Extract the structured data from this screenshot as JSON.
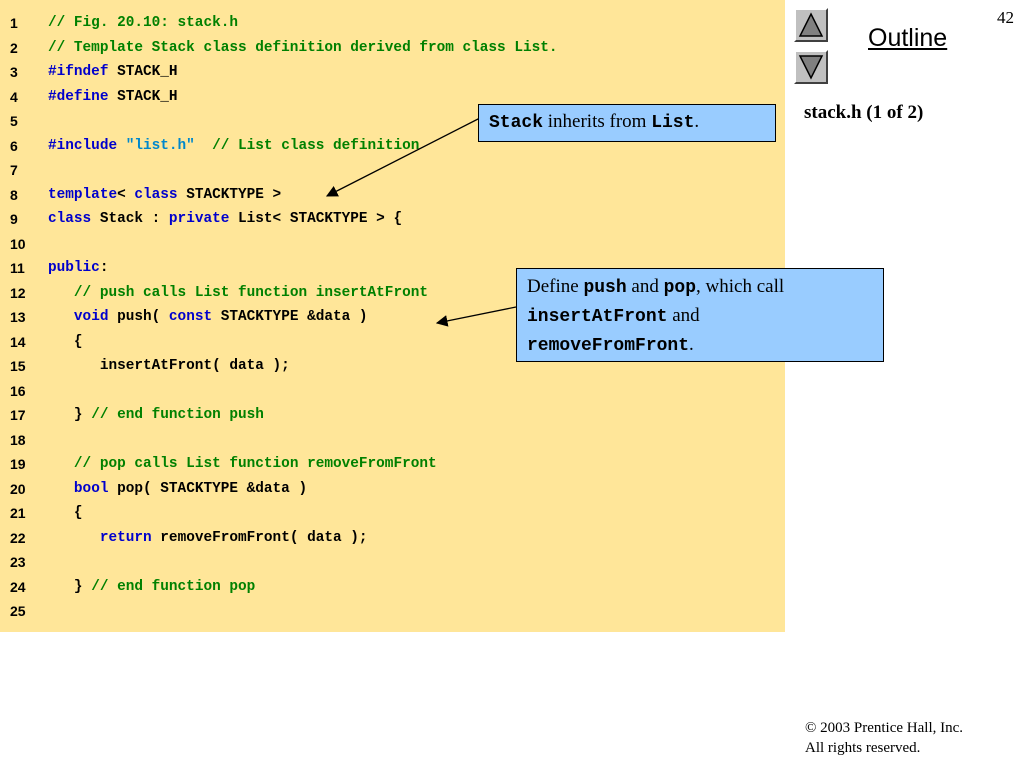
{
  "page_number": "42",
  "outline_title": "Outline",
  "file_label": "stack.h (1 of 2)",
  "colors": {
    "code_bg": "#ffe699",
    "callout_bg": "#99ccff",
    "comment": "#008000",
    "keyword": "#0000cc",
    "string": "#0088cc"
  },
  "icons": {
    "nav_up": "triangle-up-icon",
    "nav_down": "triangle-down-icon"
  },
  "code_lines": [
    {
      "n": "1",
      "tokens": [
        [
          "comment",
          "// Fig. 20.10: stack.h"
        ]
      ]
    },
    {
      "n": "2",
      "tokens": [
        [
          "comment",
          "// Template Stack class definition derived from class List."
        ]
      ]
    },
    {
      "n": "3",
      "tokens": [
        [
          "keyword",
          "#ifndef"
        ],
        [
          "normal",
          " STACK_H"
        ]
      ]
    },
    {
      "n": "4",
      "tokens": [
        [
          "keyword",
          "#define"
        ],
        [
          "normal",
          " STACK_H"
        ]
      ]
    },
    {
      "n": "5",
      "tokens": []
    },
    {
      "n": "6",
      "tokens": [
        [
          "keyword",
          "#include"
        ],
        [
          "normal",
          " "
        ],
        [
          "string",
          "\"list.h\""
        ],
        [
          "normal",
          "  "
        ],
        [
          "comment",
          "// List class definition"
        ]
      ]
    },
    {
      "n": "7",
      "tokens": []
    },
    {
      "n": "8",
      "tokens": [
        [
          "keyword",
          "template"
        ],
        [
          "normal",
          "< "
        ],
        [
          "keyword",
          "class"
        ],
        [
          "normal",
          " STACKTYPE >"
        ]
      ]
    },
    {
      "n": "9",
      "tokens": [
        [
          "keyword",
          "class"
        ],
        [
          "normal",
          " Stack : "
        ],
        [
          "keyword",
          "private"
        ],
        [
          "normal",
          " List< STACKTYPE > {"
        ]
      ]
    },
    {
      "n": "10",
      "tokens": []
    },
    {
      "n": "11",
      "tokens": [
        [
          "keyword",
          "public"
        ],
        [
          "normal",
          ":"
        ]
      ]
    },
    {
      "n": "12",
      "tokens": [
        [
          "normal",
          "   "
        ],
        [
          "comment",
          "// push calls List function insertAtFront"
        ]
      ]
    },
    {
      "n": "13",
      "tokens": [
        [
          "normal",
          "   "
        ],
        [
          "keyword",
          "void"
        ],
        [
          "normal",
          " push( "
        ],
        [
          "keyword",
          "const"
        ],
        [
          "normal",
          " STACKTYPE &data )"
        ]
      ]
    },
    {
      "n": "14",
      "tokens": [
        [
          "normal",
          "   {"
        ]
      ]
    },
    {
      "n": "15",
      "tokens": [
        [
          "normal",
          "      insertAtFront( data );"
        ]
      ]
    },
    {
      "n": "16",
      "tokens": []
    },
    {
      "n": "17",
      "tokens": [
        [
          "normal",
          "   } "
        ],
        [
          "comment",
          "// end function push"
        ]
      ]
    },
    {
      "n": "18",
      "tokens": []
    },
    {
      "n": "19",
      "tokens": [
        [
          "normal",
          "   "
        ],
        [
          "comment",
          "// pop calls List function removeFromFront"
        ]
      ]
    },
    {
      "n": "20",
      "tokens": [
        [
          "normal",
          "   "
        ],
        [
          "keyword",
          "bool"
        ],
        [
          "normal",
          " pop( STACKTYPE &data )"
        ]
      ]
    },
    {
      "n": "21",
      "tokens": [
        [
          "normal",
          "   {"
        ]
      ]
    },
    {
      "n": "22",
      "tokens": [
        [
          "normal",
          "      "
        ],
        [
          "keyword",
          "return"
        ],
        [
          "normal",
          " removeFromFront( data );"
        ]
      ]
    },
    {
      "n": "23",
      "tokens": []
    },
    {
      "n": "24",
      "tokens": [
        [
          "normal",
          "   } "
        ],
        [
          "comment",
          "// end function pop"
        ]
      ]
    },
    {
      "n": "25",
      "tokens": []
    }
  ],
  "callout1": {
    "code1": "Stack",
    "text1": " inherits from ",
    "code2": "List",
    "text2": "."
  },
  "callout2": {
    "text1": "Define ",
    "code1": "push",
    "text2": " and ",
    "code2": "pop",
    "text3": ", which call ",
    "code3": "insertAtFront",
    "text4": " and ",
    "code4": "removeFromFront",
    "text5": "."
  },
  "copyright": {
    "line1": "© 2003 Prentice Hall, Inc.",
    "line2": "All rights reserved."
  }
}
